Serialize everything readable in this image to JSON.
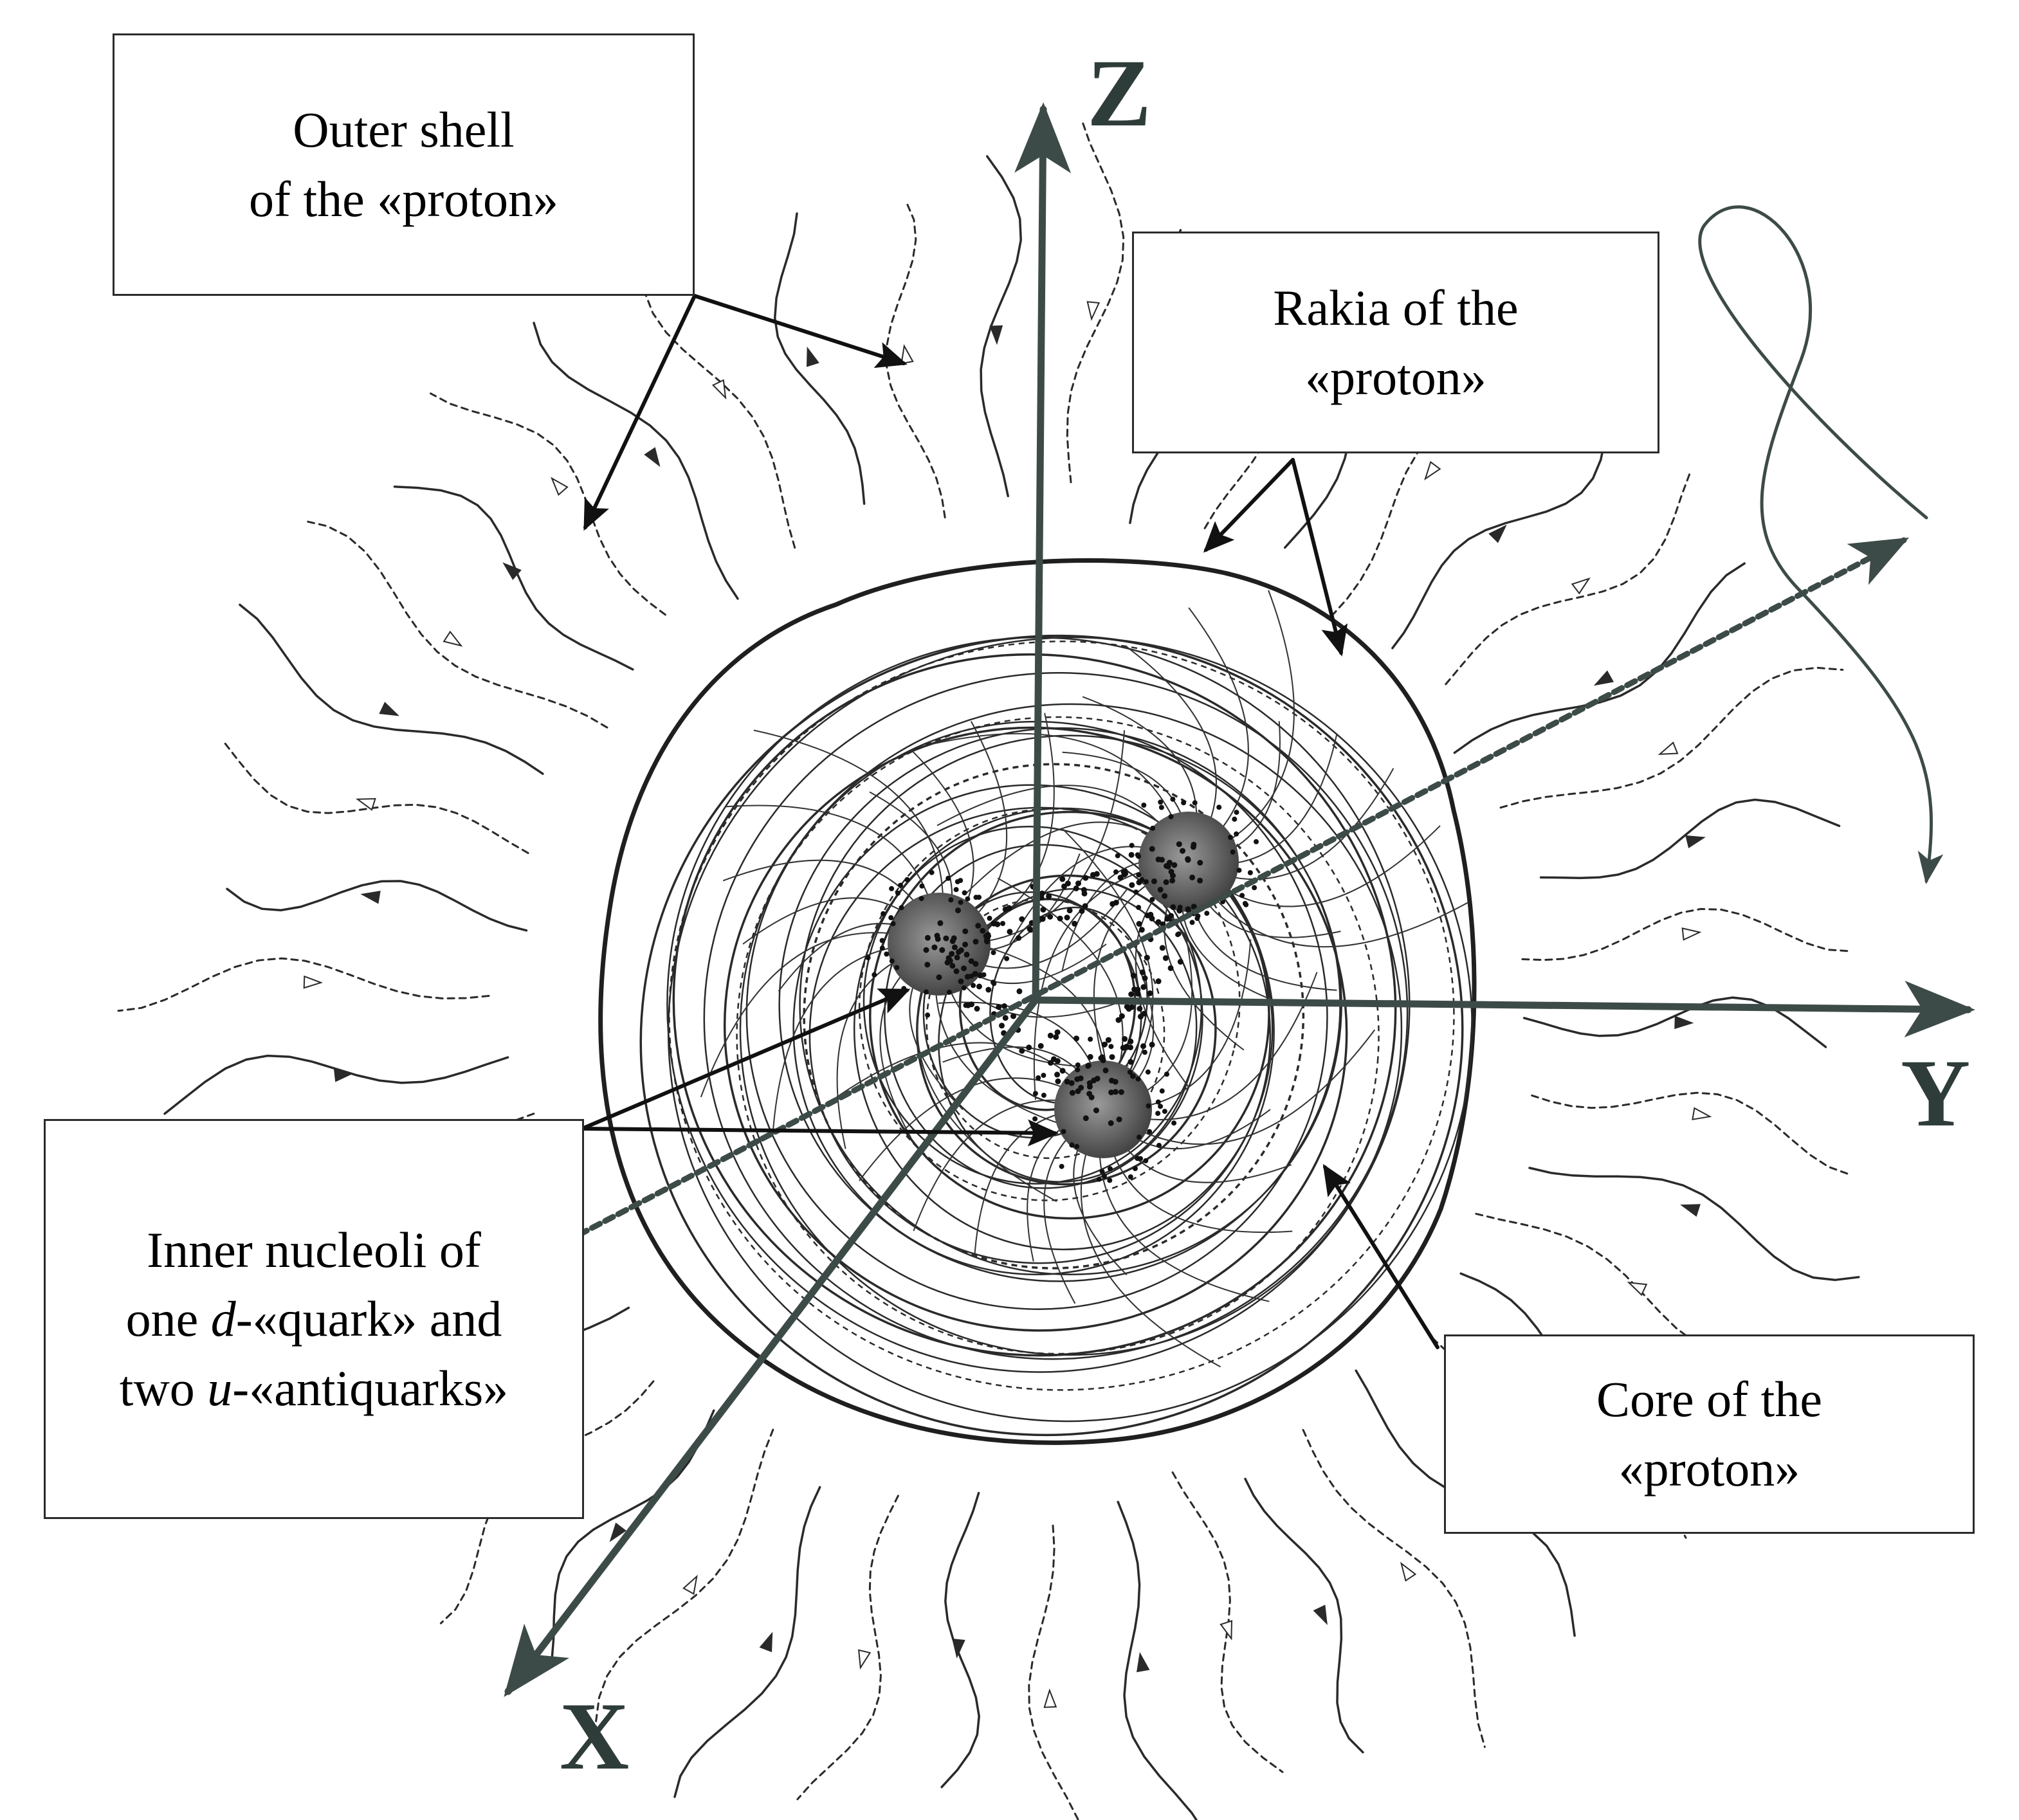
{
  "labels": {
    "outer_shell": [
      "Outer shell",
      "of the «proton»"
    ],
    "rakia": [
      "Rakia of the",
      "«proton»"
    ],
    "nucleoli": {
      "line1": "Inner nucleoli of",
      "line2_pre": "one ",
      "line2_italic": "d",
      "line2_post": "-«quark» and",
      "line3_pre": "two ",
      "line3_italic": "u",
      "line3_post": "-«antiquarks»"
    },
    "core": [
      "Core of the",
      "«proton»"
    ]
  },
  "axes": {
    "x": "X",
    "y": "Y",
    "z": "Z"
  },
  "colors": {
    "axis": "#3d4b48",
    "ink": "#1e1e1e",
    "nucleolus": "#6b6b6b"
  }
}
